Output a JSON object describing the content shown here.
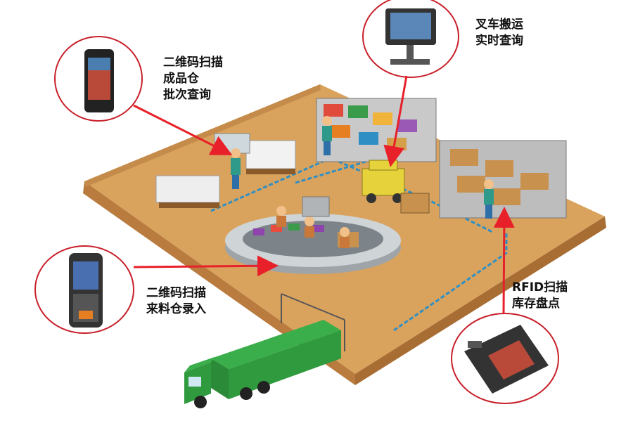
{
  "callouts": {
    "finished_goods": {
      "lines": [
        "二维码扫描",
        "成品仓",
        "批次查询"
      ],
      "device": "handheld-phone-icon"
    },
    "forklift": {
      "lines": [
        "叉车搬运",
        "实时查询"
      ],
      "device": "vehicle-tablet-icon"
    },
    "incoming": {
      "lines": [
        "二维码扫描",
        "来料仓录入"
      ],
      "device": "rugged-handheld-icon"
    },
    "rfid": {
      "lines": [
        "RFID扫描",
        "库存盘点"
      ],
      "device": "rfid-reader-icon"
    }
  },
  "colors": {
    "callout_ring": "#c8202a",
    "arrow": "#e8202a",
    "floor": "#d9a35e",
    "floor_wall": "#b97c3e",
    "flow_line": "#2f8fc4",
    "truck": "#2f9a3e"
  }
}
